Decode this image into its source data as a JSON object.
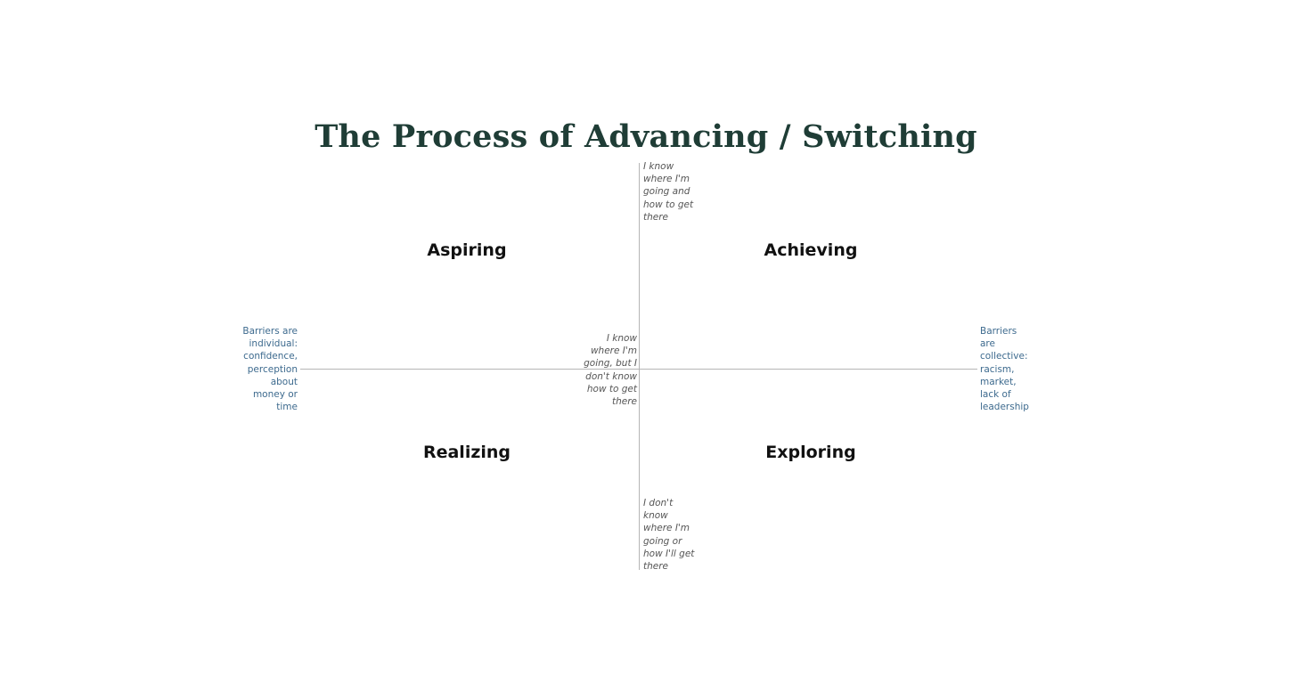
{
  "diagram": {
    "title": "The Process of Advancing / Switching",
    "quadrants": {
      "top_left": "Aspiring",
      "top_right": "Achieving",
      "bottom_left": "Realizing",
      "bottom_right": "Exploring"
    },
    "axis_notes": {
      "top": "I know\nwhere I'm\ngoing and\nhow to get\nthere",
      "center_left": "I know\nwhere I'm\ngoing, but I\ndon't know\nhow to get\nthere",
      "bottom": "I don't\nknow\nwhere I'm\ngoing or\nhow I'll get\nthere"
    },
    "barriers": {
      "left": "Barriers are\nindividual:\nconfidence,\nperception\nabout\nmoney or\ntime",
      "right": "Barriers\nare\ncollective:\nracism,\nmarket,\nlack of\nleadership"
    },
    "colors": {
      "title": "#1f3d36",
      "barrier_text": "#3d6a8e",
      "axis": "#b5b5b5"
    }
  }
}
